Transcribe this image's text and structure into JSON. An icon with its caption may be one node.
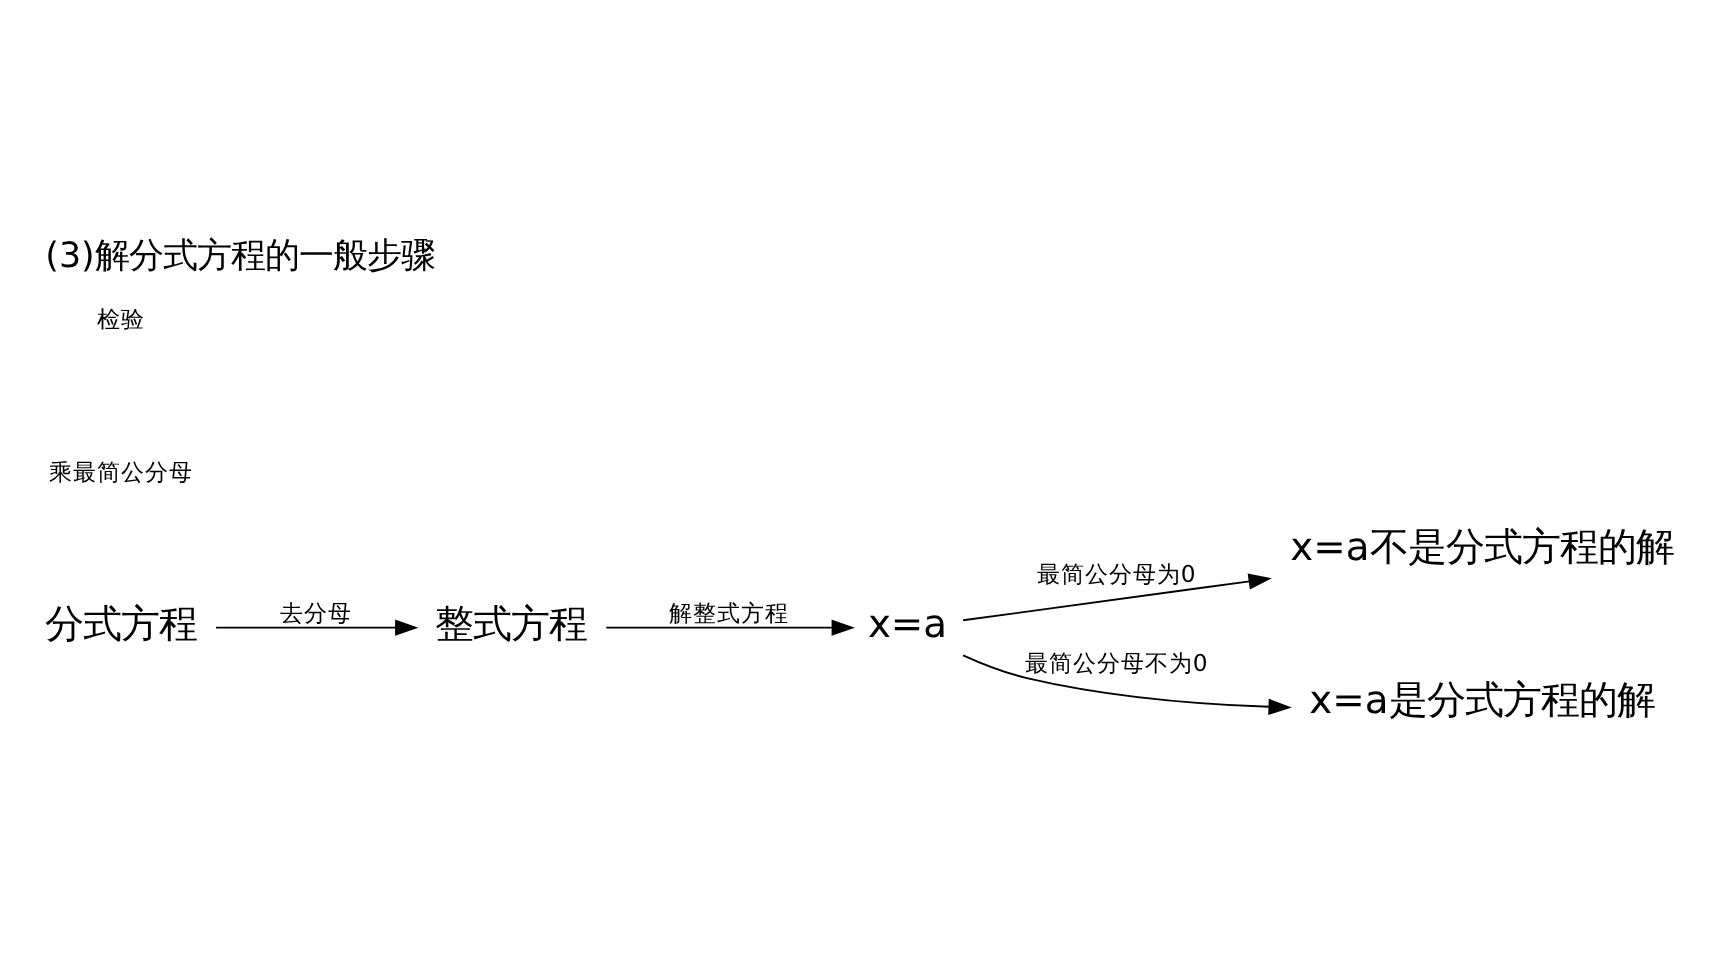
{
  "diagram": {
    "title": "(3)解分式方程的一般步骤",
    "nodes": [
      {
        "text": [
          "分式方程"
        ]
      },
      {
        "text": [
          "整式方程"
        ]
      },
      {
        "text": [
          "x=a"
        ]
      },
      {
        "text": [
          "x=a不是分式方程的解"
        ]
      },
      {
        "text": [
          "x=a是分式方程的解"
        ]
      }
    ],
    "edges": [
      {
        "from": 0,
        "to": 1,
        "arrow": "to",
        "label": "去分母"
      },
      {
        "from": 1,
        "to": 2,
        "arrow": "to",
        "label": "解整式方程"
      },
      {
        "from": 2,
        "to": 3,
        "arrow": "to",
        "label": "最简公分母为0"
      },
      {
        "from": 2,
        "to": 4,
        "arrow": "to",
        "label": "最简公分母不为0"
      }
    ],
    "labels": [
      "乘最简公分母",
      "检验"
    ]
  }
}
